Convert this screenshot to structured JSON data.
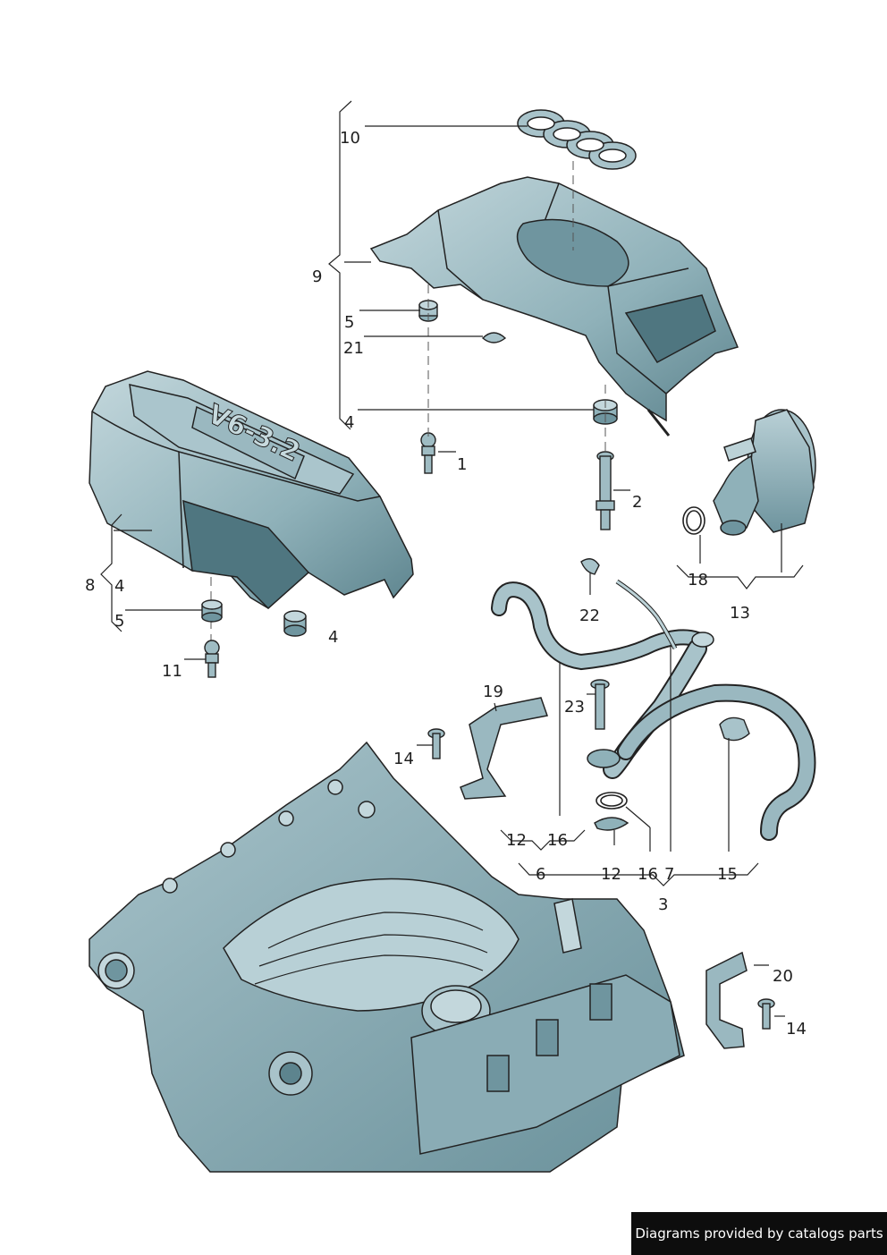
{
  "callouts": [
    {
      "id": "10",
      "text": "10"
    },
    {
      "id": "9",
      "text": "9"
    },
    {
      "id": "5a",
      "text": "5"
    },
    {
      "id": "21",
      "text": "21"
    },
    {
      "id": "4a",
      "text": "4"
    },
    {
      "id": "1",
      "text": "1"
    },
    {
      "id": "2",
      "text": "2"
    },
    {
      "id": "8",
      "text": "8"
    },
    {
      "id": "4b",
      "text": "4"
    },
    {
      "id": "5b",
      "text": "5"
    },
    {
      "id": "4c",
      "text": "4"
    },
    {
      "id": "11",
      "text": "11"
    },
    {
      "id": "18",
      "text": "18"
    },
    {
      "id": "13",
      "text": "13"
    },
    {
      "id": "22",
      "text": "22"
    },
    {
      "id": "19",
      "text": "19"
    },
    {
      "id": "23",
      "text": "23"
    },
    {
      "id": "14a",
      "text": "14"
    },
    {
      "id": "12a",
      "text": "12"
    },
    {
      "id": "16a",
      "text": "16"
    },
    {
      "id": "6",
      "text": "6"
    },
    {
      "id": "12b",
      "text": "12"
    },
    {
      "id": "16b",
      "text": "16"
    },
    {
      "id": "7",
      "text": "7"
    },
    {
      "id": "15",
      "text": "15"
    },
    {
      "id": "3",
      "text": "3"
    },
    {
      "id": "20",
      "text": "20"
    },
    {
      "id": "14b",
      "text": "14"
    }
  ],
  "emblem_text": "V6-3.2",
  "credit": "Diagrams provided by catalogs parts",
  "colors": {
    "part_fill": "#7fa4ad",
    "part_light": "#bcd2d7",
    "part_dark": "#4f7680",
    "line": "#222222"
  }
}
